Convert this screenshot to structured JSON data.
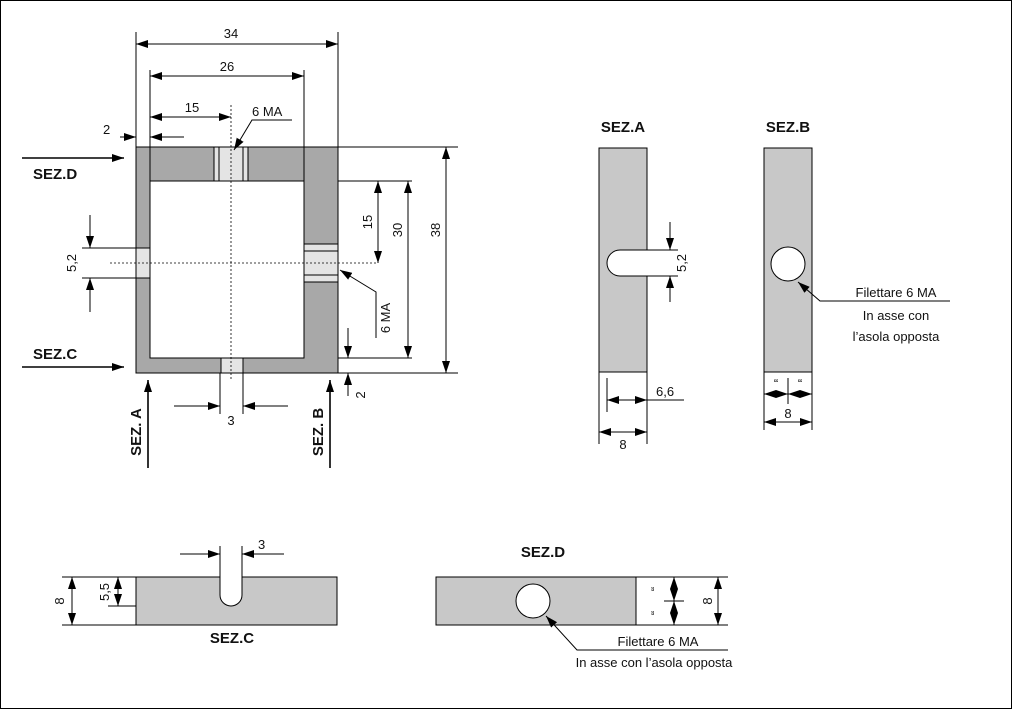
{
  "colors": {
    "part_fill": "#c8c8c8",
    "frame_fill": "#a8a8a8",
    "slot_fill": "#e4e4e4"
  },
  "main_view": {
    "dim_34": "34",
    "dim_26": "26",
    "dim_15_top": "15",
    "thread_top": "6 MA",
    "dim_2_left": "2",
    "label_sez_d": "SEZ.D",
    "label_sez_c": "SEZ.C",
    "dim_5_2": "5,2",
    "dim_15_right": "15",
    "dim_30": "30",
    "dim_38": "38",
    "thread_right": "6 MA",
    "dim_2_bottom": "2",
    "dim_3": "3",
    "label_sez_a": "SEZ. A",
    "label_sez_b": "SEZ. B"
  },
  "section_a": {
    "title": "SEZ.A",
    "dim_5_2": "5,2",
    "dim_6_6": "6,6",
    "dim_8": "8"
  },
  "section_b": {
    "title": "SEZ.B",
    "note_line1": "Filettare 6 MA",
    "note_line2": "In asse con",
    "note_line3": "l’asola opposta",
    "dim_quote_left": "“",
    "dim_quote_right": "“",
    "dim_8": "8"
  },
  "section_c": {
    "title": "SEZ.C",
    "dim_3": "3",
    "dim_8": "8",
    "dim_5_5": "5,5"
  },
  "section_d": {
    "title": "SEZ.D",
    "dim_quote_top": "“",
    "dim_quote_bottom": "“",
    "dim_8": "8",
    "note_line1": "Filettare 6 MA",
    "note_line2": "In asse con l’asola opposta"
  }
}
